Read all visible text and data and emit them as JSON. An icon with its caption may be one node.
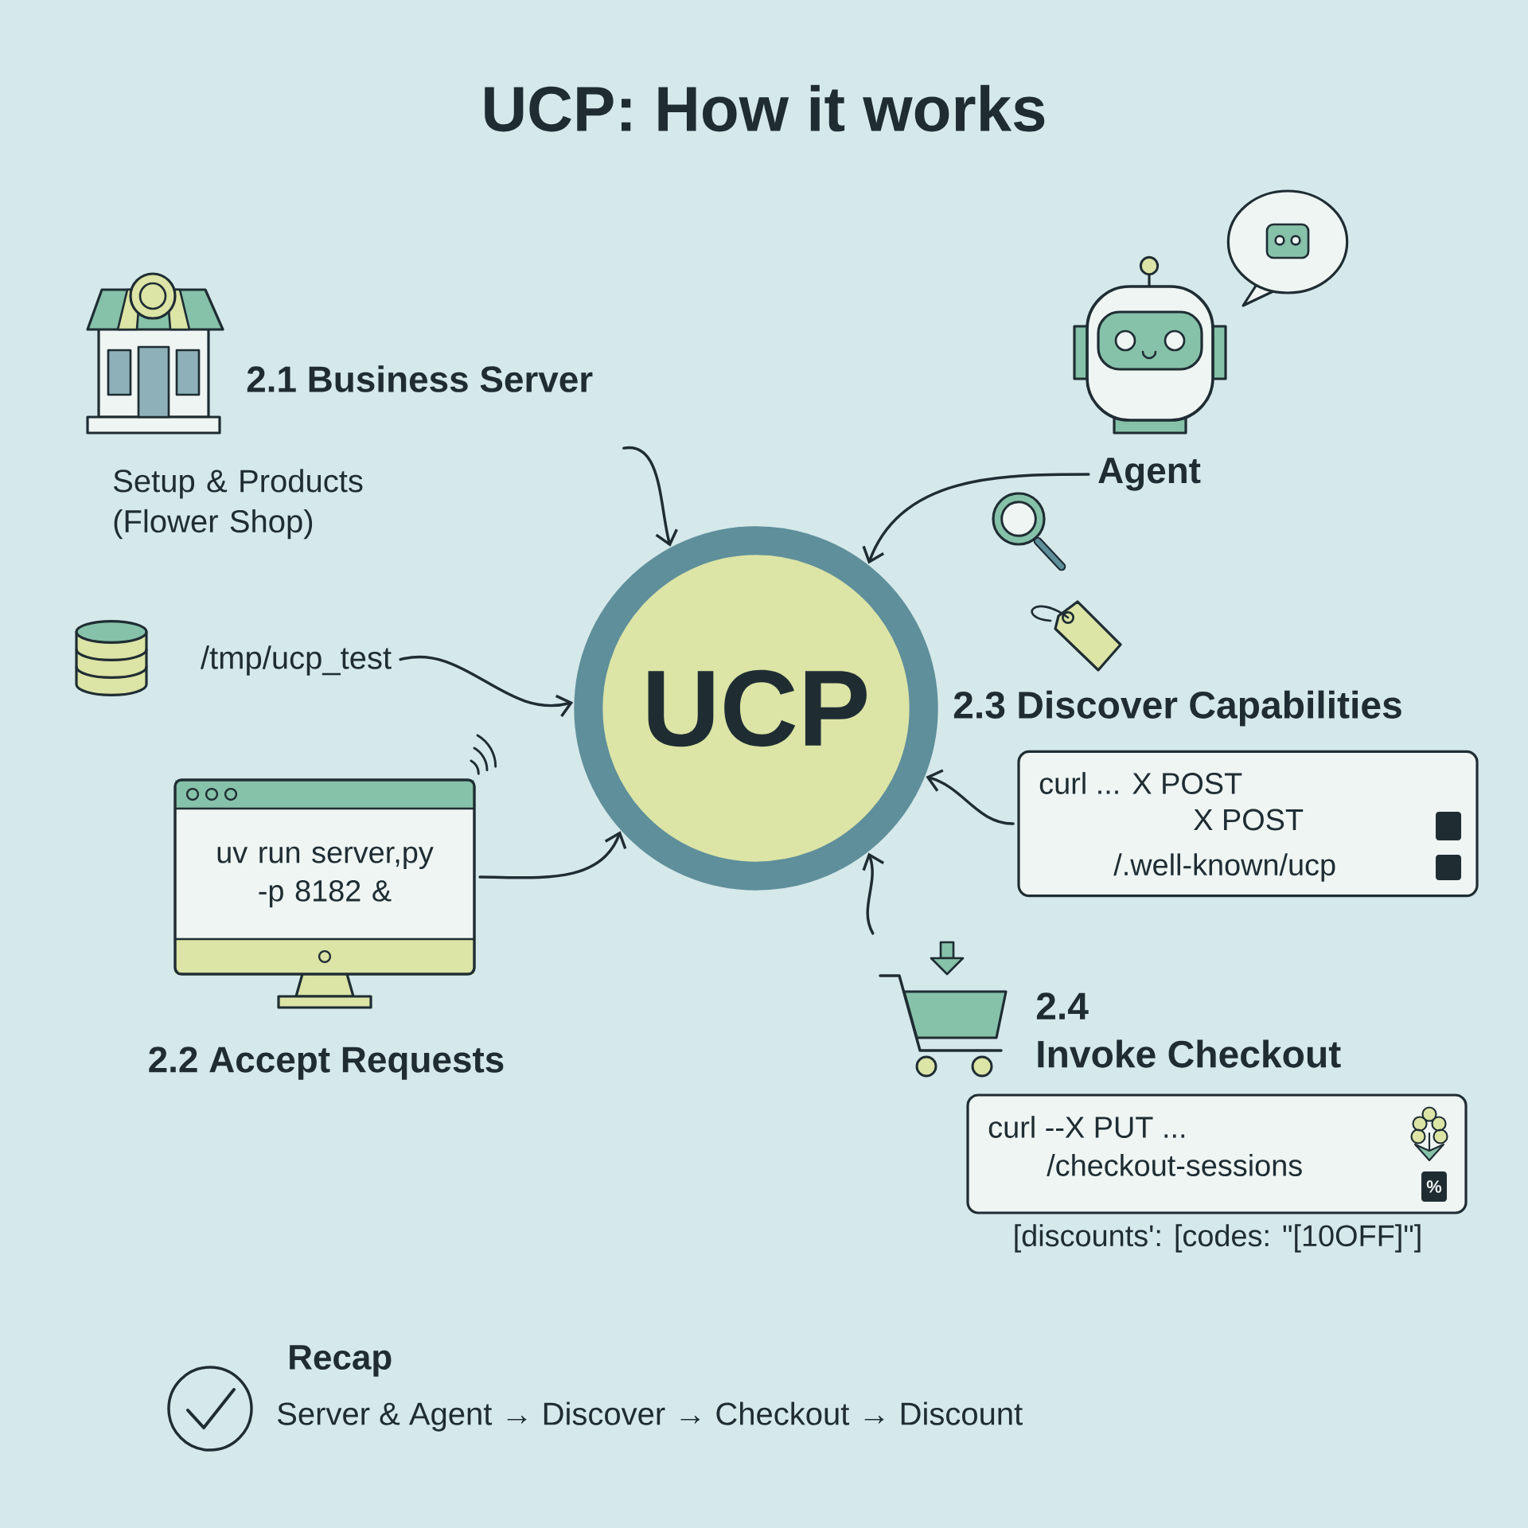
{
  "diagram": {
    "title": "UCP: How it works",
    "nodes": [
      {
        "text": [
          "UCP"
        ]
      },
      {
        "text": [
          "2.1 Business Server",
          "Setup & Products (Flower Shop)"
        ]
      },
      {
        "text": [
          "/tmp/ucp_test"
        ]
      },
      {
        "text": [
          "uv run server,py -p 8182 &",
          "2.2 Accept Requests"
        ]
      },
      {
        "text": [
          "Agent"
        ]
      },
      {
        "text": [
          "2.3 Discover Capabilities",
          "curl ... X POST",
          "X POST",
          "/.well-known/ucp"
        ]
      },
      {
        "text": [
          "2.4",
          "Invoke Checkout",
          "curl --X PUT ...",
          "/checkout-sessions"
        ],
        "beside": [
          "[discounts': [codes: \"[10OFF]\"]"
        ]
      }
    ],
    "edges": [
      {
        "from": 1,
        "to": 0,
        "arrow": "to"
      },
      {
        "from": 2,
        "to": 0,
        "arrow": "to"
      },
      {
        "from": 3,
        "to": 0,
        "arrow": "to"
      },
      {
        "from": 4,
        "to": 0,
        "arrow": "to"
      },
      {
        "from": 5,
        "to": 0,
        "arrow": "to"
      },
      {
        "from": 6,
        "to": 0,
        "arrow": "to"
      }
    ],
    "labels": [
      "%",
      "Recap",
      "Server & Agent → Discover → Checkout → Discount"
    ]
  }
}
